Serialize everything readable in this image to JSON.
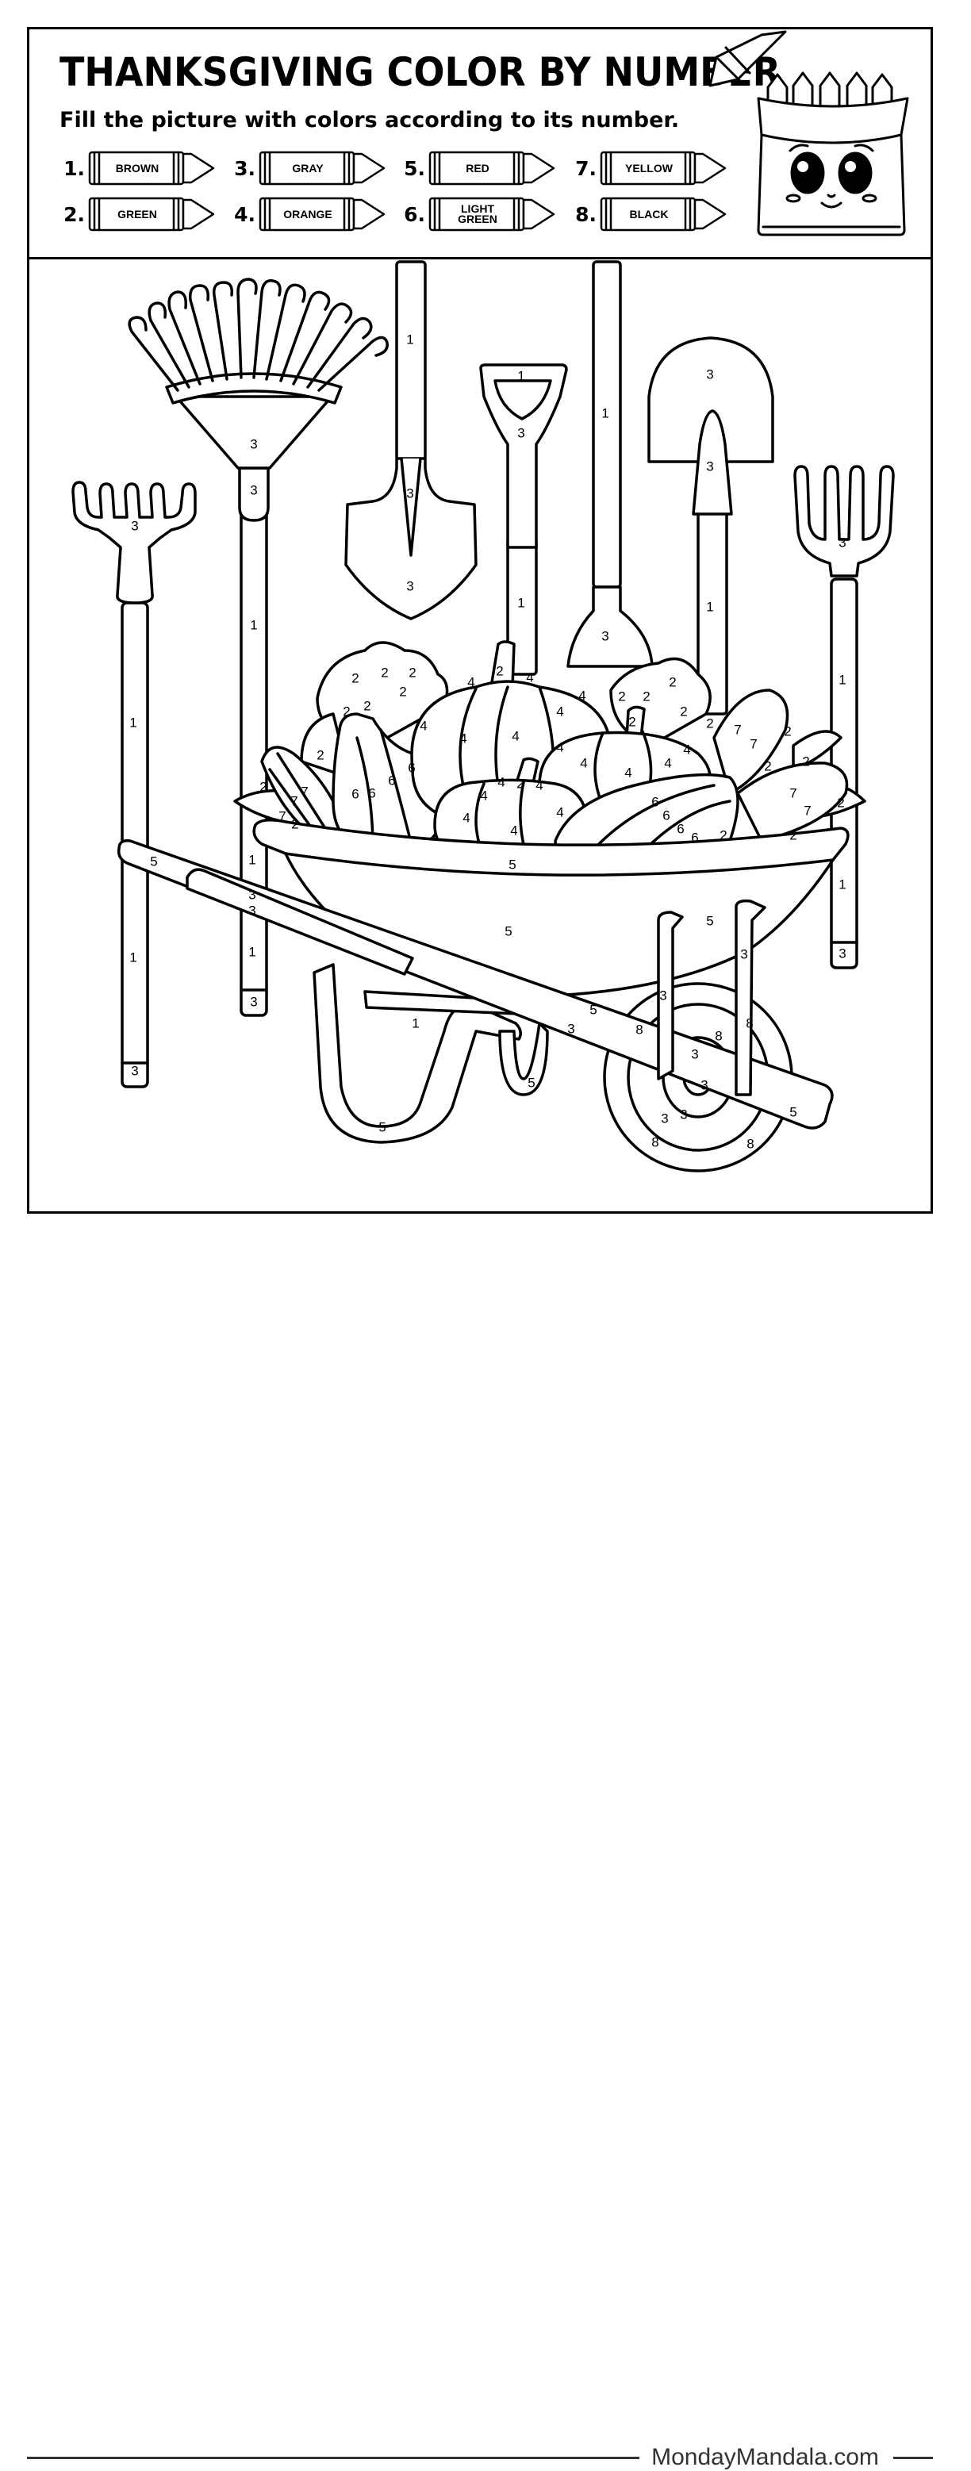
{
  "header": {
    "title": "THANKSGIVING COLOR BY NUMBER",
    "subtitle": "Fill the picture with colors according to its number."
  },
  "color_key": [
    {
      "number": "1.",
      "label": "BROWN"
    },
    {
      "number": "2.",
      "label": "GREEN"
    },
    {
      "number": "3.",
      "label": "GRAY"
    },
    {
      "number": "4.",
      "label": "ORANGE"
    },
    {
      "number": "5.",
      "label": "RED"
    },
    {
      "number": "6.",
      "label": "LIGHT GREEN"
    },
    {
      "number": "7.",
      "label": "YELLOW"
    },
    {
      "number": "8.",
      "label": "BLACK"
    }
  ],
  "region_numbers": {
    "one": "1",
    "two": "2",
    "three": "3",
    "four": "4",
    "five": "5",
    "six": "6",
    "seven": "7",
    "eight": "8"
  },
  "footer": {
    "brand": "MondayMandala.com"
  },
  "colors": {
    "line": "#000000",
    "paper": "#ffffff",
    "footer_text": "#333333"
  }
}
